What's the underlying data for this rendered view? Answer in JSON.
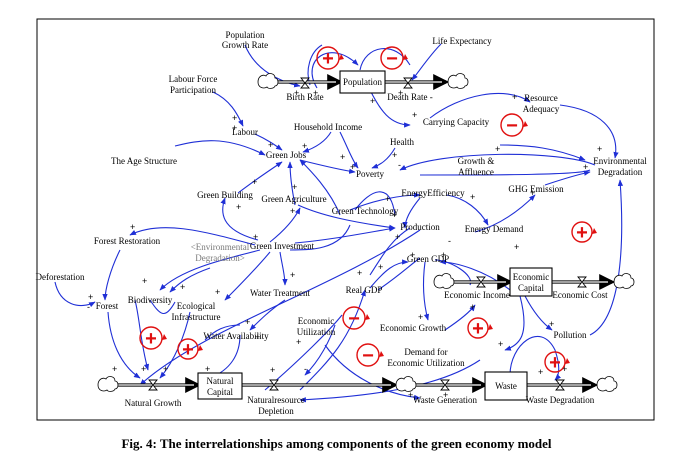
{
  "caption": "Fig. 4: The interrelationships among components of the green economy model",
  "stocks": {
    "population": "Population",
    "natural_capital": [
      "Natural",
      "Capital"
    ],
    "economic_capital": [
      "Economic",
      "Capital"
    ],
    "waste": "Waste"
  },
  "variables": {
    "population_growth_rate": [
      "Population",
      "Growth Rate"
    ],
    "birth_rate": "Birth Rate",
    "death_rate": "Death Rate -",
    "life_expectancy": "Life Expectancy",
    "labour_force_participation": [
      "Labour Force",
      "Participation"
    ],
    "labour": "Labour",
    "household_income": "Household Income",
    "health": "Health",
    "carrying_capacity": "Carrying Capacity",
    "resource_adequacy": [
      "Resource",
      "Adequacy"
    ],
    "age_structure": "The Age Structure",
    "green_jobs": "Green Jobs",
    "poverty": "Poverty",
    "growth_affluence": [
      "Growth &",
      "Affluence"
    ],
    "environmental_degradation": [
      "Environmental",
      "Degradation"
    ],
    "green_building": "Green Building",
    "green_agriculture": "Green Agriculture",
    "energy_efficiency": "EnergyEfficiency",
    "ghg_emission": "GHG Emission",
    "green_technology": "Green Technology",
    "production": "Production",
    "energy_demand": "Energy Demand",
    "forest_restoration": "Forest Restoration",
    "env_degradation_shadow": [
      "<Environmental",
      "Degradation>"
    ],
    "green_investment": "Green Investment",
    "green_gdp": "Green GDP",
    "deforestation": "Deforestation",
    "biodiversity": "Biodiversity",
    "ecological_infrastructure": [
      "Ecological",
      "Infrastructure"
    ],
    "water_treatment": "Water Treatment",
    "real_gdp": "Real GDP",
    "economic_income": "Economic Income",
    "economic_cost": "Economic Cost",
    "forest": "Forest",
    "water_availability": "Water Availability",
    "economic_utilization": [
      "Economic",
      "Utilization"
    ],
    "economic_growth": "Economic Growth",
    "pollution": "Pollution",
    "demand_econ_util": [
      "Demand for",
      "Economic Utilization"
    ],
    "natural_growth": "Natural Growth",
    "natural_resource_depletion": [
      "Naturalresource",
      "Depletion"
    ],
    "waste_generation": "Waste Generation",
    "waste_degradation": "Waste Degradation"
  },
  "loops": {
    "population_birth": "+",
    "population_death": "−",
    "resource": "−",
    "environment": "+",
    "biodiversity_loop": "+",
    "water_loop": "+",
    "gdp_loop": "−",
    "economic_loop": "+",
    "utilization_loop": "−",
    "waste_loop": "+"
  }
}
